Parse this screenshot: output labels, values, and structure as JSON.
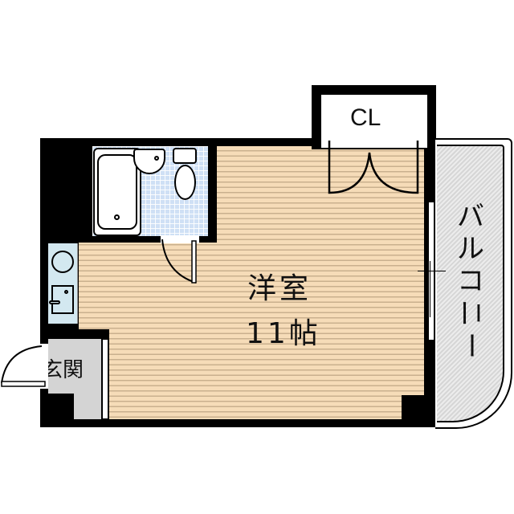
{
  "floor_plan": {
    "rooms": {
      "western_room": {
        "name": "洋室",
        "size": "11帖"
      },
      "closet": {
        "name": "CL"
      },
      "balcony": {
        "name": "バルコニー",
        "chars": [
          "バ",
          "ル",
          "コ",
          "ニ",
          "ー"
        ]
      },
      "entrance": {
        "name": "玄関"
      }
    },
    "fixtures": [
      "bathtub",
      "wash-basin",
      "toilet",
      "washing-machine-space",
      "kitchen-sink"
    ],
    "colors": {
      "wall": "#000000",
      "floor": "#f6dcb8",
      "floor_line": "#c9b08e",
      "tile": "#cfe0f5",
      "kitchen": "#d3e8f0",
      "entrance": "#d4d4d4",
      "balcony": "#dcdcdc"
    }
  }
}
